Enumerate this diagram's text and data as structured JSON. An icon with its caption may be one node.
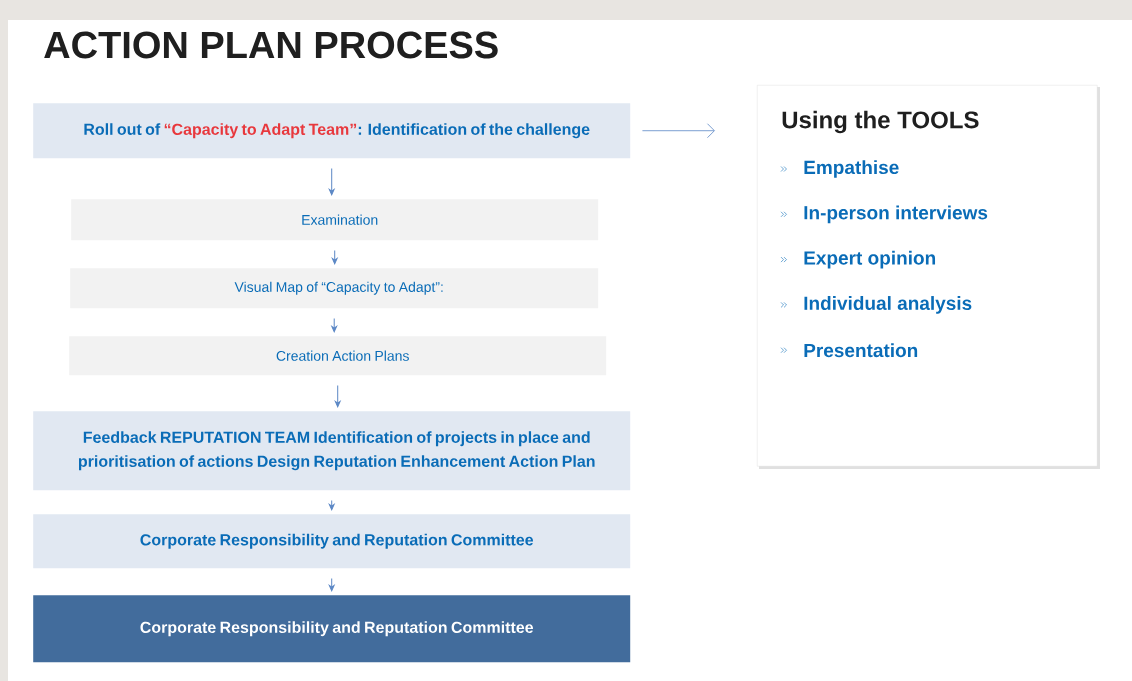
{
  "diagram": {
    "title": "ACTION PLAN PROCESS",
    "nodes": [
      {
        "text": [
          "Roll out of",
          "“Capacity to Adapt Team”",
          ": Identification of the challenge"
        ]
      },
      {
        "text": [
          "Examination"
        ]
      },
      {
        "text": [
          "Visual Map of “Capacity to Adapt”:"
        ]
      },
      {
        "text": [
          "Creation Action Plans"
        ]
      },
      {
        "text": [
          "Feedback REPUTATION TEAM Identification of projects in place and prioritisation of actions Design Reputation Enhancement Action Plan"
        ]
      },
      {
        "text": [
          "Corporate Responsibility and Reputation Committee"
        ]
      },
      {
        "text": [
          "Corporate Responsibility and Reputation Committee"
        ]
      },
      {
        "text": [
          "Using the TOOLS",
          "Empathise",
          "In-person interviews",
          "Expert opinion",
          "Individual analysis",
          "Presentation"
        ]
      }
    ],
    "edges": [
      {
        "from": 0,
        "to": 7,
        "arrow": "to"
      },
      {
        "from": 0,
        "to": 1,
        "arrow": "to"
      },
      {
        "from": 1,
        "to": 2,
        "arrow": "to"
      },
      {
        "from": 2,
        "to": 3,
        "arrow": "to"
      },
      {
        "from": 3,
        "to": 4,
        "arrow": "to"
      },
      {
        "from": 4,
        "to": 5,
        "arrow": "to"
      },
      {
        "from": 5,
        "to": 6,
        "arrow": "to"
      }
    ]
  }
}
